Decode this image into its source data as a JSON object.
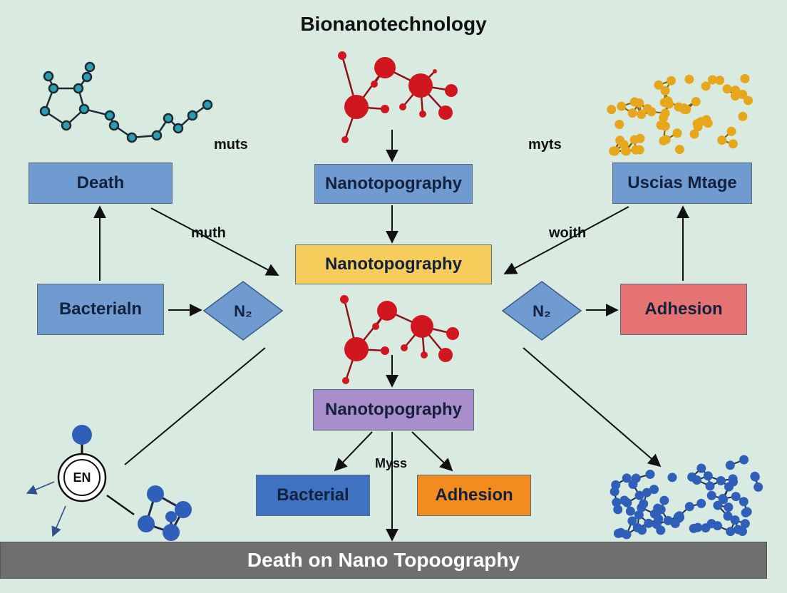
{
  "title": "Bionanotechnology",
  "colors": {
    "background": "#d9ebe1",
    "blue_box": "#6f9bd1",
    "yellow_box": "#f6cd5b",
    "red_box": "#e57373",
    "purple_box": "#a88fcb",
    "dark_blue_box": "#3f72c0",
    "orange_box": "#f28c1f",
    "footer": "#6f6f6f",
    "diamond": "#6f9bd1",
    "molecule_teal": "#2a9db2",
    "molecule_red": "#d0161f",
    "molecule_gold": "#e6a71c",
    "molecule_blue": "#2f5fb8"
  },
  "boxes": {
    "death": "Death",
    "nano_top": "Nanotopography",
    "uscias": "Uscias Mtage",
    "nano_center": "Nanotopography",
    "bacterialn": "Bacterialn",
    "adhesion_right": "Adhesion",
    "nano_purple": "Nanotopography",
    "bacterial_bottom": "Bacterial",
    "adhesion_bottom": "Adhesion"
  },
  "diamonds": {
    "left": "N₂",
    "right": "N₂"
  },
  "labels": {
    "muts": "muts",
    "myts": "myts",
    "muth": "muth",
    "woith": "woith",
    "myss": "Myss"
  },
  "en_circle": "EN",
  "footer": "Death on Nano Topoography"
}
